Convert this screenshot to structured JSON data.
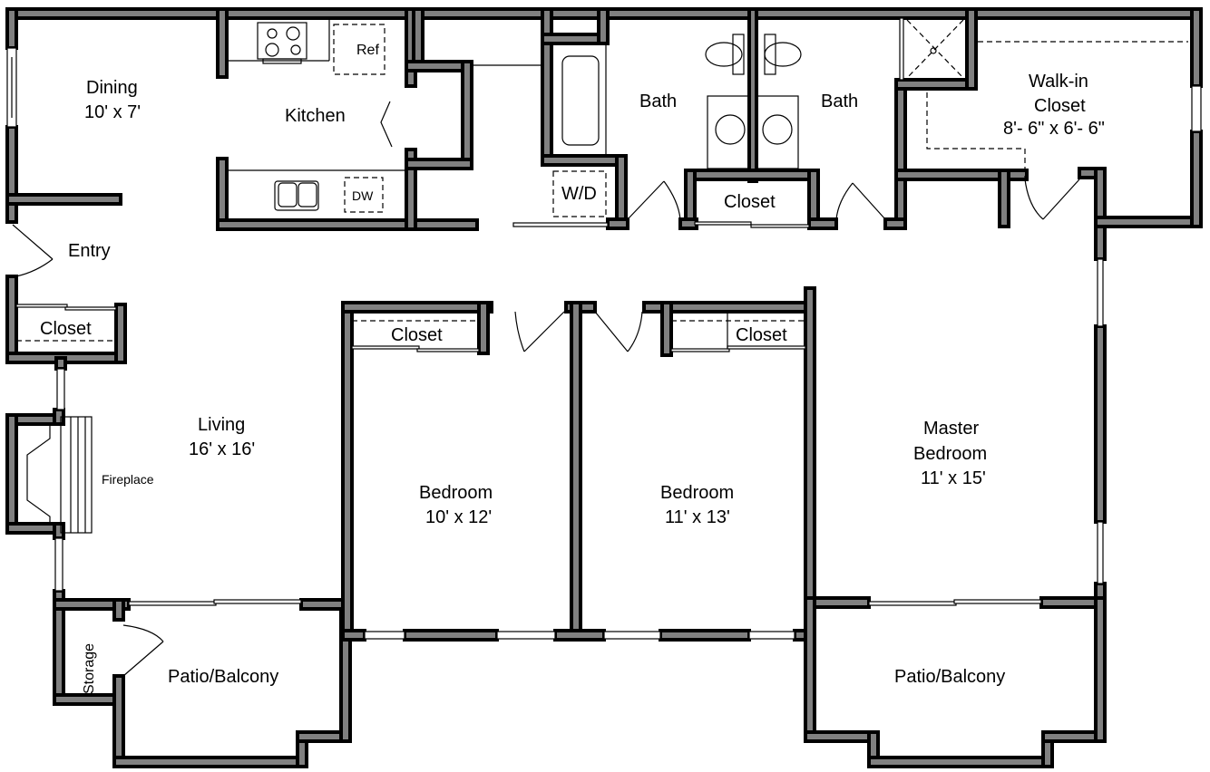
{
  "plan": {
    "colors": {
      "wall_fill": "#808080",
      "wall_stroke": "#000000",
      "background": "#ffffff"
    },
    "rooms": {
      "dining": {
        "name": "Dining",
        "size": "10' x 7'"
      },
      "kitchen": {
        "name": "Kitchen"
      },
      "entry": {
        "name": "Entry"
      },
      "entry_closet": {
        "name": "Closet"
      },
      "living": {
        "name": "Living",
        "size": "16' x 16'"
      },
      "fireplace": {
        "name": "Fireplace"
      },
      "bath1": {
        "name": "Bath"
      },
      "bath2": {
        "name": "Bath"
      },
      "hall_closet": {
        "name": "Closet"
      },
      "walk_in_closet": {
        "name_line1": "Walk-in",
        "name_line2": "Closet",
        "size": "8'- 6\" x 6'- 6\""
      },
      "bedroom1": {
        "name": "Bedroom",
        "size": "10' x 12'"
      },
      "bedroom1_closet": {
        "name": "Closet"
      },
      "bedroom2": {
        "name": "Bedroom",
        "size": "11' x 13'"
      },
      "bedroom2_closet": {
        "name": "Closet"
      },
      "master": {
        "name_line1": "Master",
        "name_line2": "Bedroom",
        "size": "11' x 15'"
      },
      "patio_left": {
        "name": "Patio/Balcony"
      },
      "storage": {
        "name": "Storage"
      },
      "patio_right": {
        "name": "Patio/Balcony"
      }
    },
    "fixtures": {
      "refrigerator": "Ref",
      "dishwasher": "DW",
      "washer_dryer": "W/D"
    }
  }
}
